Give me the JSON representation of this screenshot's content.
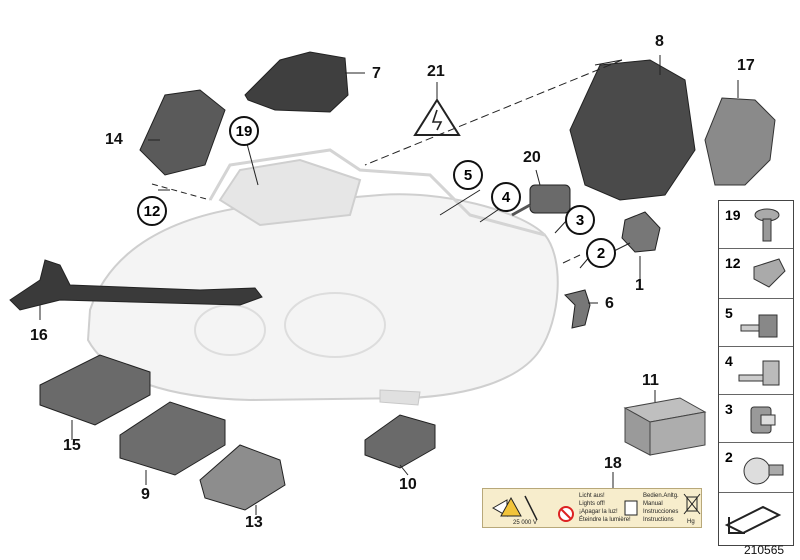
{
  "labels": {
    "l1": "1",
    "l2": "2",
    "l3": "3",
    "l4": "4",
    "l5": "5",
    "l6": "6",
    "l7": "7",
    "l8": "8",
    "l9": "9",
    "l10": "10",
    "l11": "11",
    "l12": "12",
    "l13": "13",
    "l14": "14",
    "l15": "15",
    "l16": "16",
    "l17": "17",
    "l18": "18",
    "l19": "19",
    "l20": "20",
    "l21": "21"
  },
  "side_panel": [
    "19",
    "12",
    "5",
    "4",
    "3",
    "2"
  ],
  "warning_label": {
    "voltage": "25 000 V",
    "col1": [
      "Licht aus!",
      "Lights off!",
      "¡Apagar la luz!",
      "Éteindre la lumière!"
    ],
    "col2": [
      "Bedien.Anltg.",
      "Manual",
      "Instrucciones",
      "Instructions"
    ],
    "hg": "Hg"
  },
  "image_id": "210565",
  "colors": {
    "part_dark": "#4a4a4a",
    "part_mid": "#8a8a8a",
    "headlight_ghost": "#e2e2e2",
    "warning_bg": "#f7edcc"
  }
}
